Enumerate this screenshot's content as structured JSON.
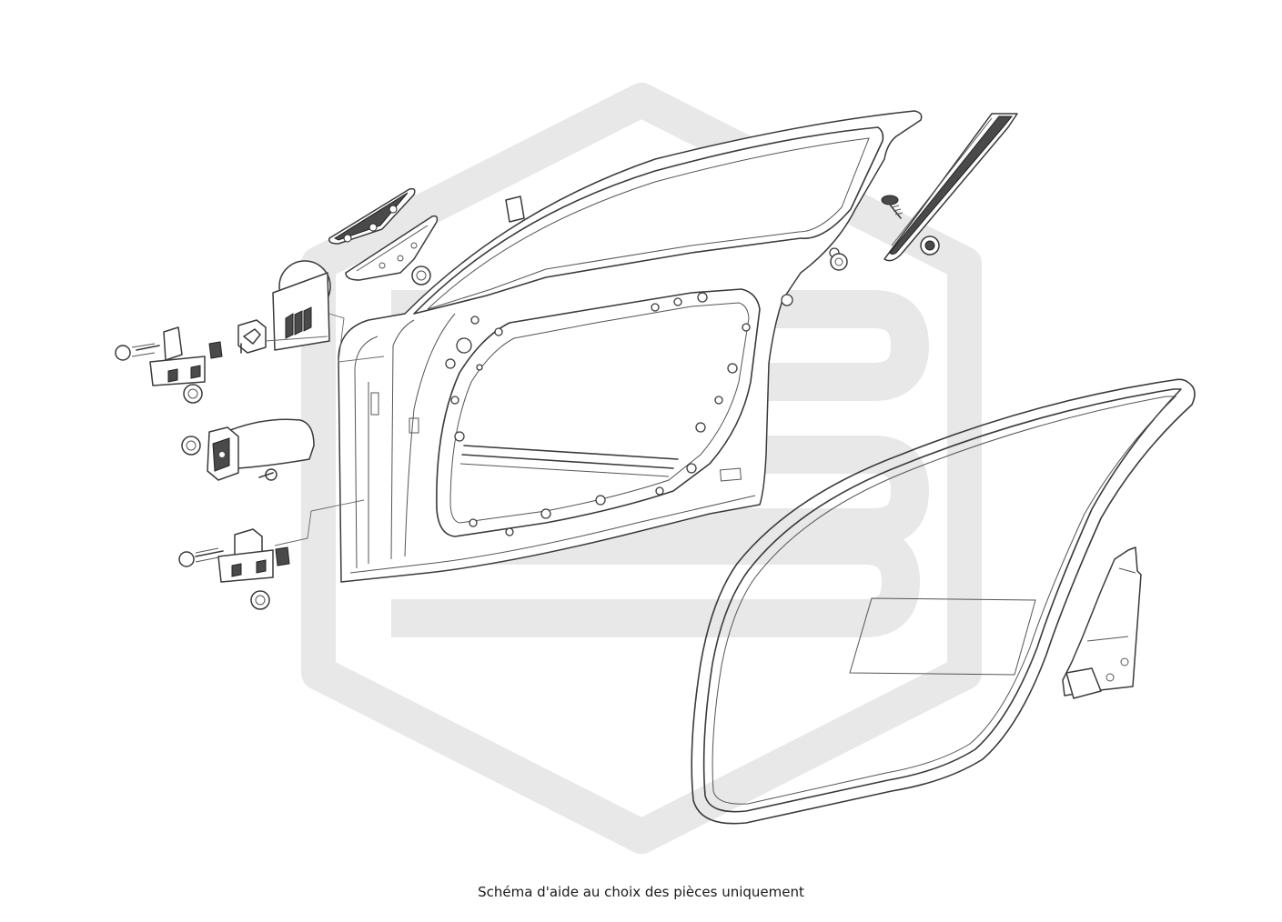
{
  "caption": "Schéma d'aide au choix des pièces uniquement",
  "colors": {
    "watermark": "#e8e8e8",
    "line": "#3a3a3a",
    "fill_dark": "#4a4a4a",
    "background": "#ffffff"
  },
  "parts": [
    {
      "name": "door-shell"
    },
    {
      "name": "door-weatherstrip-seal"
    },
    {
      "name": "window-frame-trim"
    },
    {
      "name": "mirror-corner-triangle"
    },
    {
      "name": "mirror-sail-mount"
    },
    {
      "name": "upper-hinge"
    },
    {
      "name": "lower-hinge"
    },
    {
      "name": "door-check-strap"
    },
    {
      "name": "b-pillar-bracket"
    },
    {
      "name": "rubber-grommet"
    },
    {
      "name": "push-clip-fastener"
    }
  ]
}
